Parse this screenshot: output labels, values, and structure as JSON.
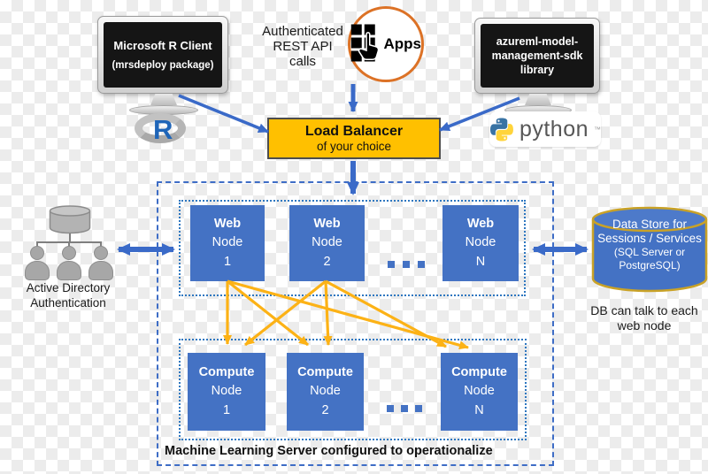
{
  "colors": {
    "node_blue": "#4472C4",
    "arrow_blue": "#3a6ac8",
    "arrow_yellow": "#fcb216",
    "load_balancer_fill": "#FFC000",
    "apps_ring_orange": "#dc7226",
    "datastore_stroke_gold": "#c9a227",
    "r_logo_blue": "#1f65b8",
    "python_blue": "#3973a4",
    "python_yellow": "#ffd43b"
  },
  "r_client": {
    "monitor_line1": "Microsoft R Client",
    "monitor_line2": "(mrsdeploy package)",
    "logo_letter": "R"
  },
  "rest_api": {
    "caption_line1": "Authenticated",
    "caption_line2": "REST API",
    "caption_line3": "calls",
    "apps_label": "Apps"
  },
  "python_client": {
    "monitor_line1": "azureml-model-",
    "monitor_line2": "management-sdk",
    "monitor_line3": "library",
    "logo_text": "python",
    "logo_tm": "™"
  },
  "load_balancer": {
    "title": "Load Balancer",
    "subtitle": "of your choice"
  },
  "active_directory": {
    "label_line1": "Active Directory",
    "label_line2": "Authentication"
  },
  "web_nodes": [
    {
      "kind": "Web",
      "word": "Node",
      "id": "1"
    },
    {
      "kind": "Web",
      "word": "Node",
      "id": "2"
    },
    {
      "kind": "Web",
      "word": "Node",
      "id": "N"
    }
  ],
  "compute_nodes": [
    {
      "kind": "Compute",
      "word": "Node",
      "id": "1"
    },
    {
      "kind": "Compute",
      "word": "Node",
      "id": "2"
    },
    {
      "kind": "Compute",
      "word": "Node",
      "id": "N"
    }
  ],
  "data_store": {
    "line1": "Data Store for",
    "line2": "Sessions / Services",
    "line3": "(SQL Server or",
    "line4": "PostgreSQL)",
    "note_line1": "DB can talk to each",
    "note_line2": "web node"
  },
  "cluster_label": "Machine Learning Server configured to operationalize"
}
